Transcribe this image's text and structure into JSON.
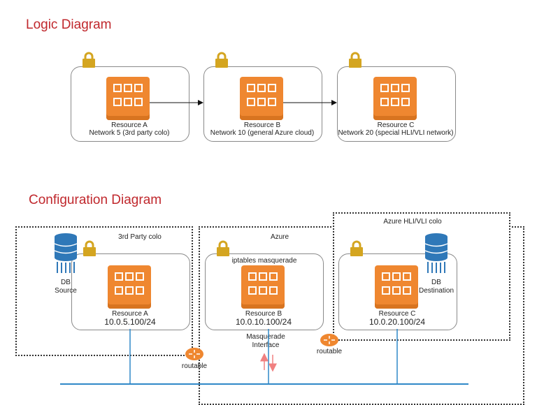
{
  "logic": {
    "title": "Logic Diagram",
    "groups": [
      {
        "name": "Resource A",
        "network": "Network 5 (3rd party colo)"
      },
      {
        "name": "Resource B",
        "network": "Network 10 (general Azure cloud)"
      },
      {
        "name": "Resource C",
        "network": "Network 20 (special HLI/VLI network)"
      }
    ]
  },
  "config": {
    "title": "Configuration Diagram",
    "zones": {
      "colo3": "3rd Party colo",
      "azure": "Azure",
      "hli": "Azure HLI/VLI  colo"
    },
    "db_source": {
      "line1": "DB",
      "line2": "Source"
    },
    "db_dest": {
      "line1": "DB",
      "line2": "Destination"
    },
    "iptables": "iptables masquerade",
    "resources": [
      {
        "name": "Resource A",
        "ip": "10.0.5.100/24"
      },
      {
        "name": "Resource B",
        "ip": "10.0.10.100/24"
      },
      {
        "name": "Resource C",
        "ip": "10.0.20.100/24"
      }
    ],
    "masquerade": {
      "line1": "Masquerade",
      "line2": "Interface"
    },
    "routers": [
      "routable",
      "routable"
    ]
  },
  "colors": {
    "title": "#c0282d",
    "resource": "#ef8730",
    "lock": "#d4a520",
    "db": "#2f78b8",
    "router": "#ef8730",
    "network_line": "#2f88c8",
    "arrow": "#f08080"
  }
}
